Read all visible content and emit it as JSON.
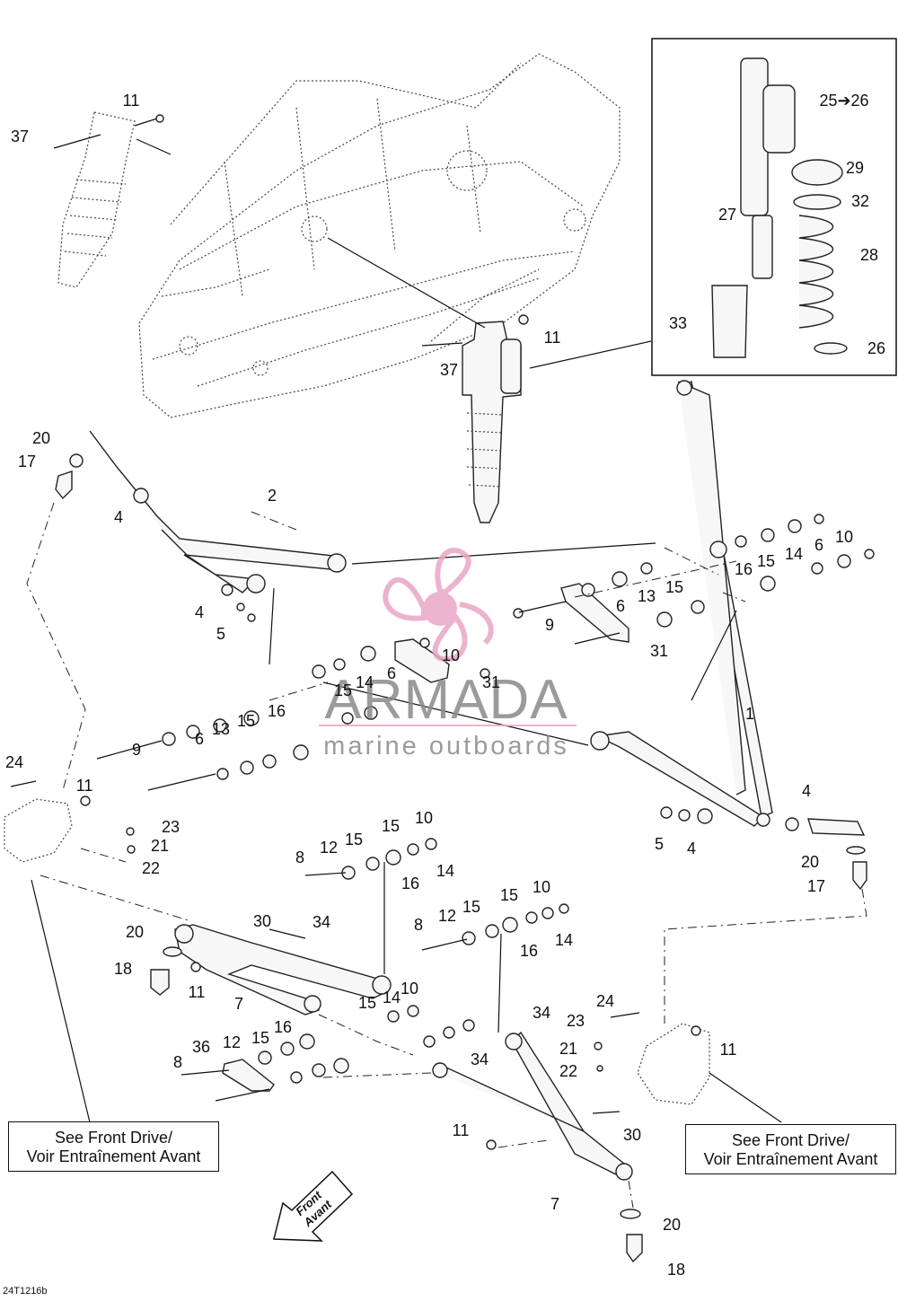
{
  "watermark": {
    "brand": "ARMADA",
    "tagline": "marine outboards",
    "color": "#e9a6c6"
  },
  "references": {
    "left": {
      "line1": "See Front Drive/",
      "line2": "Voir Entraînement Avant"
    },
    "right": {
      "line1": "See Front Drive/",
      "line2": "Voir Entraînement Avant"
    }
  },
  "front_arrow": {
    "line1": "Front",
    "line2": "Avant"
  },
  "drawing_code": "24T1216b",
  "callouts": [
    {
      "n": "11"
    },
    {
      "n": "37"
    },
    {
      "n": "25➔26"
    },
    {
      "n": "29"
    },
    {
      "n": "27"
    },
    {
      "n": "32"
    },
    {
      "n": "28"
    },
    {
      "n": "33"
    },
    {
      "n": "26"
    },
    {
      "n": "11"
    },
    {
      "n": "37"
    },
    {
      "n": "20"
    },
    {
      "n": "17"
    },
    {
      "n": "4"
    },
    {
      "n": "2"
    },
    {
      "n": "4"
    },
    {
      "n": "5"
    },
    {
      "n": "10"
    },
    {
      "n": "6"
    },
    {
      "n": "14"
    },
    {
      "n": "15"
    },
    {
      "n": "16"
    },
    {
      "n": "13"
    },
    {
      "n": "15"
    },
    {
      "n": "6"
    },
    {
      "n": "9"
    },
    {
      "n": "31"
    },
    {
      "n": "10"
    },
    {
      "n": "6"
    },
    {
      "n": "14"
    },
    {
      "n": "15"
    },
    {
      "n": "31"
    },
    {
      "n": "16"
    },
    {
      "n": "15"
    },
    {
      "n": "13"
    },
    {
      "n": "6"
    },
    {
      "n": "9"
    },
    {
      "n": "1"
    },
    {
      "n": "4"
    },
    {
      "n": "5"
    },
    {
      "n": "4"
    },
    {
      "n": "20"
    },
    {
      "n": "17"
    },
    {
      "n": "24"
    },
    {
      "n": "11"
    },
    {
      "n": "23"
    },
    {
      "n": "21"
    },
    {
      "n": "22"
    },
    {
      "n": "10"
    },
    {
      "n": "15"
    },
    {
      "n": "15"
    },
    {
      "n": "12"
    },
    {
      "n": "8"
    },
    {
      "n": "16"
    },
    {
      "n": "14"
    },
    {
      "n": "10"
    },
    {
      "n": "15"
    },
    {
      "n": "15"
    },
    {
      "n": "12"
    },
    {
      "n": "8"
    },
    {
      "n": "16"
    },
    {
      "n": "14"
    },
    {
      "n": "30"
    },
    {
      "n": "34"
    },
    {
      "n": "20"
    },
    {
      "n": "18"
    },
    {
      "n": "11"
    },
    {
      "n": "7"
    },
    {
      "n": "10"
    },
    {
      "n": "14"
    },
    {
      "n": "15"
    },
    {
      "n": "34"
    },
    {
      "n": "24"
    },
    {
      "n": "23"
    },
    {
      "n": "16"
    },
    {
      "n": "15"
    },
    {
      "n": "12"
    },
    {
      "n": "36"
    },
    {
      "n": "8"
    },
    {
      "n": "34"
    },
    {
      "n": "21"
    },
    {
      "n": "11"
    },
    {
      "n": "22"
    },
    {
      "n": "11"
    },
    {
      "n": "30"
    },
    {
      "n": "7"
    },
    {
      "n": "20"
    },
    {
      "n": "18"
    }
  ]
}
